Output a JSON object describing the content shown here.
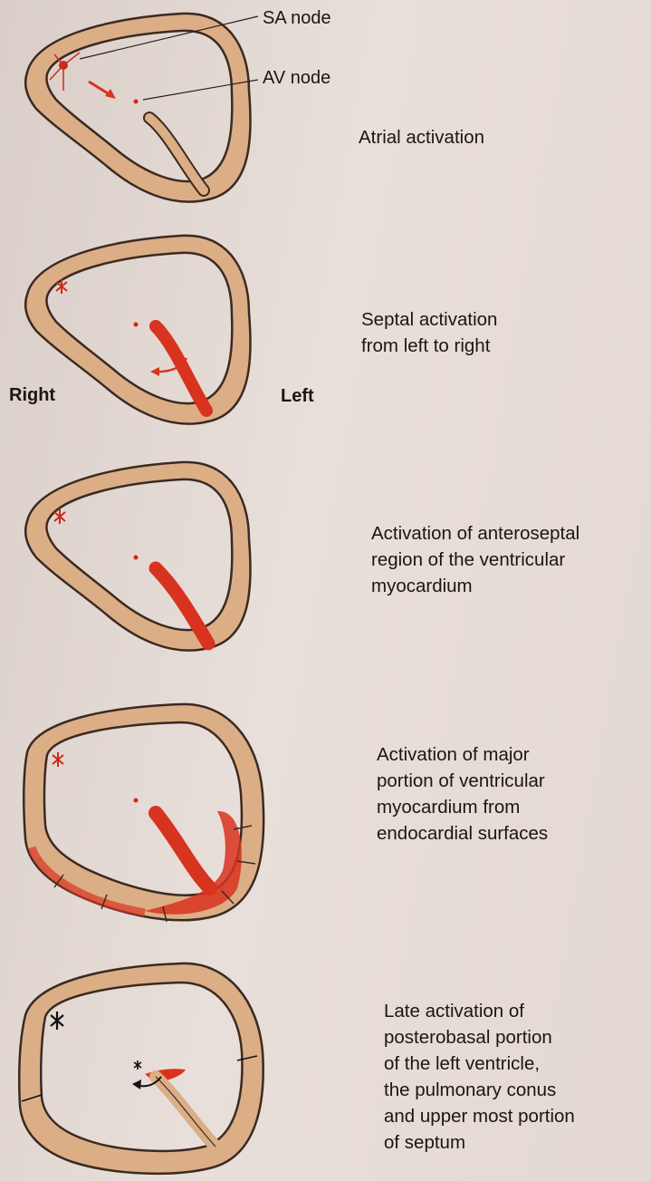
{
  "labels": {
    "sa_node": "SA node",
    "av_node": "AV node",
    "right": "Right",
    "left": "Left"
  },
  "stages": [
    {
      "caption": "Atrial activation"
    },
    {
      "caption": "Septal activation\nfrom left to right"
    },
    {
      "caption": "Activation of anteroseptal\nregion of the ventricular\nmyocardium"
    },
    {
      "caption": "Activation of major\nportion of ventricular\nmyocardium from\nendocardial surfaces"
    },
    {
      "caption": "Late activation of\nposterobasal portion\nof the left ventricle,\nthe pulmonary conus\nand upper most portion\nof septum"
    }
  ],
  "colors": {
    "heart_wall": "#dcae86",
    "heart_outline": "#3a2a22",
    "activation_red": "#d8331f",
    "node_red": "#cc2a1a",
    "node_black": "#111111",
    "interior": "#eae0da"
  }
}
